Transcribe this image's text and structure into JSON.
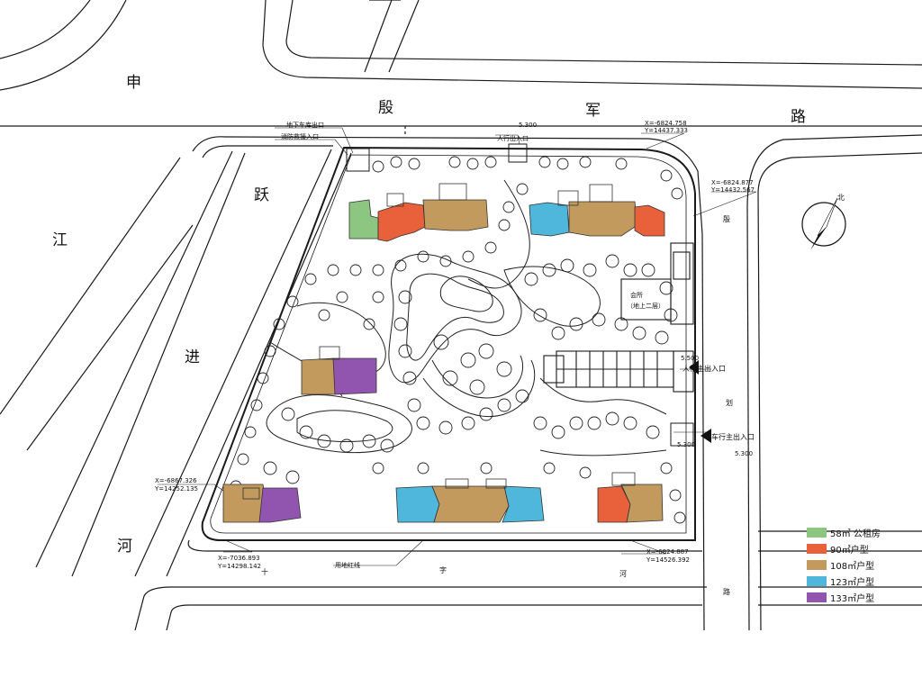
{
  "roads": {
    "top_1": "申",
    "top_2": "殷",
    "top_3": "军",
    "top_4": "路",
    "left_1": "江",
    "left_2": "跃",
    "left_3": "进",
    "left_4": "河",
    "bottom_1": "十",
    "bottom_2": "字",
    "bottom_3": "河",
    "right_1": "殷",
    "right_2": "划",
    "right_3": "路"
  },
  "north": {
    "label": "北"
  },
  "annotations": {
    "top_left_1": "地下车库出口",
    "top_left_2": "消防救援入口",
    "top_gate": "人行出入口",
    "top_elev": "5.300",
    "top_right_coord_1": "X=-6824.758",
    "top_right_coord_2": "Y=14437.333",
    "right_coord_1": "X=-6824.877",
    "right_coord_2": "Y=14432.567",
    "clubhouse_1": "会所",
    "clubhouse_2": "（地上二层）",
    "ramp_elev": "5.500",
    "entrance_1": "人行主出入口",
    "entrance_2": "车行主出入口",
    "entrance_elev": "5.300",
    "right_elev_2": "5.300",
    "bottom_left_coord_1": "X=-6867.326",
    "bottom_left_coord_2": "Y=14252.135",
    "bottom_coord_1": "X=-7036.893",
    "bottom_coord_2": "Y=14298.142",
    "bottom_right_coord_1": "X=-6824.887",
    "bottom_right_coord_2": "Y=14526.392",
    "boundary": "用地红线"
  },
  "legend": [
    {
      "color": "#8cc680",
      "label": "58㎡ 公租房"
    },
    {
      "color": "#e8613a",
      "label": "90㎡户型"
    },
    {
      "color": "#c39a5e",
      "label": "108㎡户型"
    },
    {
      "color": "#4fb6dc",
      "label": "123㎡户型"
    },
    {
      "color": "#9155b0",
      "label": "133㎡户型"
    }
  ],
  "colors": {
    "unit_58": "#8cc680",
    "unit_90": "#e8613a",
    "unit_108": "#c39a5e",
    "unit_123": "#4fb6dc",
    "unit_133": "#9155b0",
    "linework": "#1a1a1a"
  }
}
